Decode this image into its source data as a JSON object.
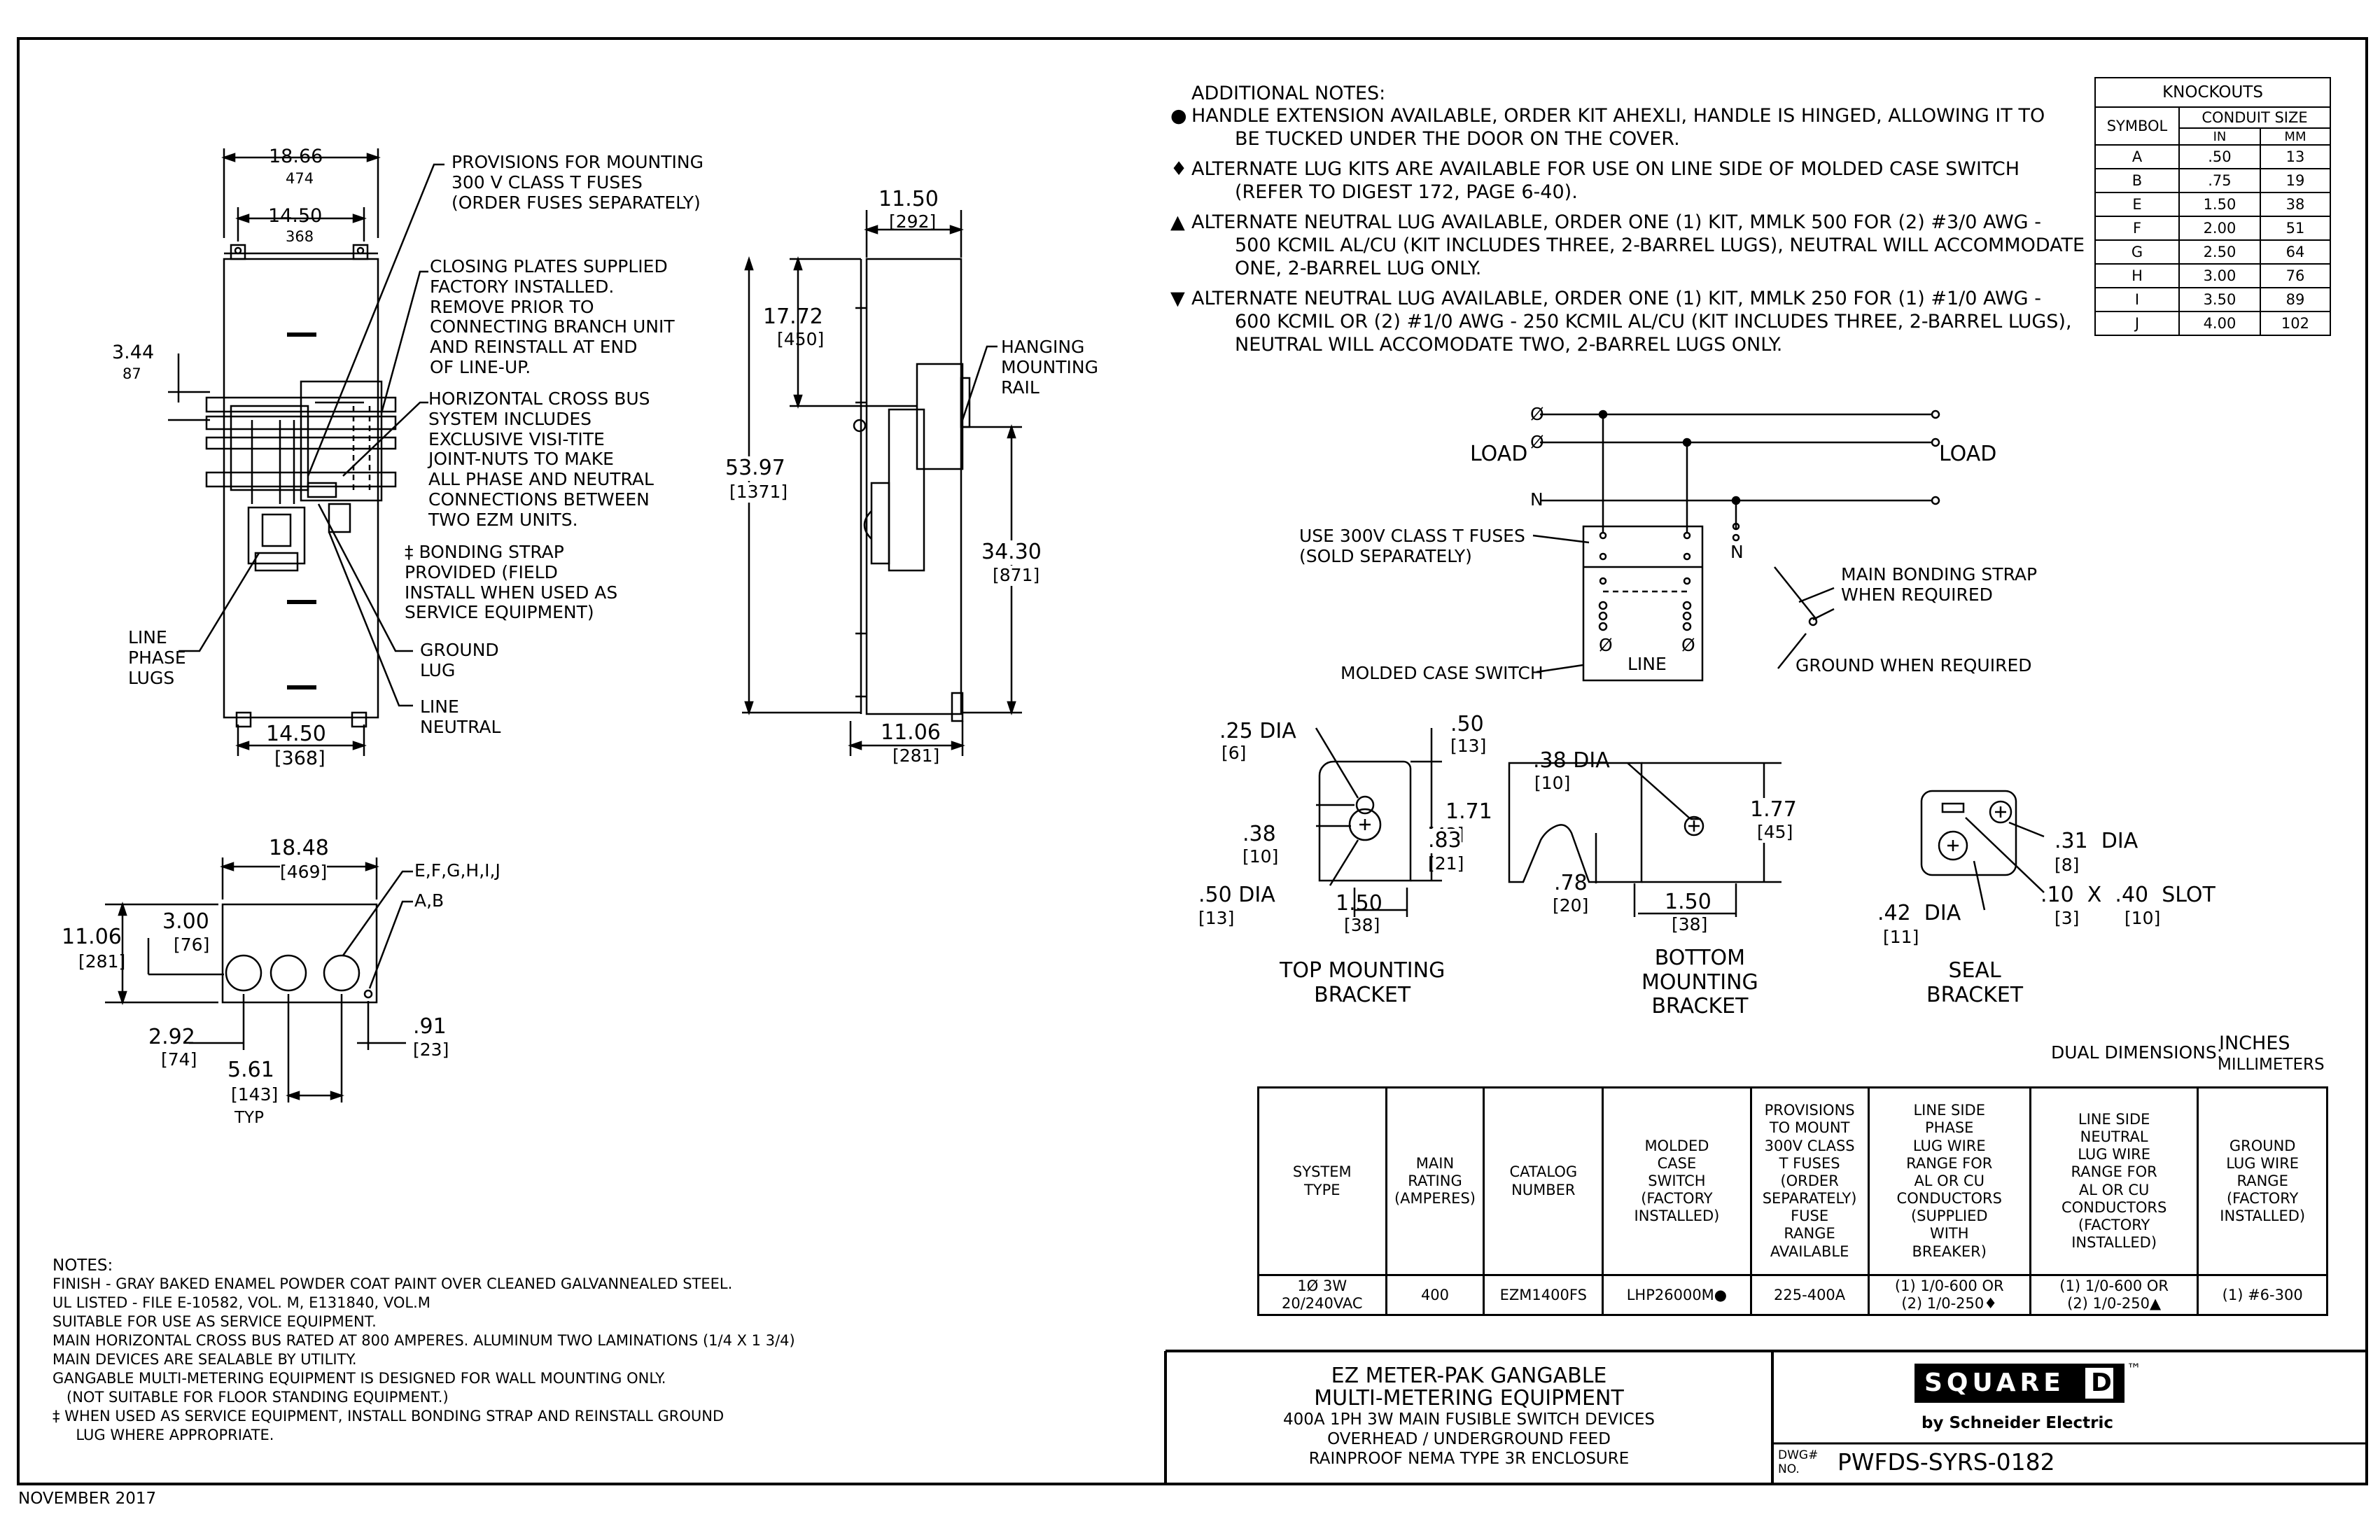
{
  "title_block": {
    "title_lines": [
      "EZ METER-PAK GANGABLE",
      "MULTI-METERING EQUIPMENT",
      "400A 1PH 3W MAIN FUSIBLE SWITCH DEVICES",
      "OVERHEAD / UNDERGROUND FEED",
      "RAINPROOF NEMA TYPE 3R ENCLOSURE"
    ],
    "brand_logo_text": "SQUARE",
    "brand_logo_letter": "D",
    "brand_tm": "™",
    "brand_sub": "by Schneider Electric",
    "dwg_label_1": "DWG#",
    "dwg_label_2": "NO.",
    "dwg_number": "PWFDS-SYRS-0182",
    "date": "NOVEMBER 2017"
  },
  "additional_notes": {
    "header": "ADDITIONAL NOTES:",
    "items": [
      {
        "symbol": "●",
        "lines": [
          "HANDLE EXTENSION AVAILABLE, ORDER KIT AHEXLI, HANDLE IS HINGED, ALLOWING IT TO",
          "BE TUCKED UNDER THE DOOR ON THE COVER."
        ]
      },
      {
        "symbol": "♦",
        "lines": [
          "ALTERNATE LUG KITS ARE AVAILABLE FOR USE ON LINE SIDE OF MOLDED CASE SWITCH",
          "(REFER TO DIGEST 172, PAGE 6-40)."
        ]
      },
      {
        "symbol": "▲",
        "lines": [
          "ALTERNATE NEUTRAL LUG AVAILABLE, ORDER ONE (1) KIT, MMLK 500 FOR (2) #3/0 AWG -",
          "500 KCMIL AL/CU (KIT INCLUDES THREE, 2-BARREL LUGS), NEUTRAL WILL ACCOMMODATE",
          "ONE, 2-BARREL LUG ONLY."
        ]
      },
      {
        "symbol": "▼",
        "lines": [
          "ALTERNATE NEUTRAL LUG AVAILABLE, ORDER ONE (1) KIT, MMLK 250 FOR (1) #1/0 AWG -",
          "600 KCMIL OR (2) #1/0 AWG - 250 KCMIL AL/CU (KIT INCLUDES THREE, 2-BARREL LUGS),",
          "NEUTRAL WILL ACCOMODATE TWO, 2-BARREL LUGS ONLY."
        ]
      }
    ]
  },
  "knockouts": {
    "title": "KNOCKOUTS",
    "symbol_header": "SYMBOL",
    "conduit_header": "CONDUIT SIZE",
    "in_header": "IN",
    "mm_header": "MM",
    "rows": [
      [
        "A",
        ".50",
        "13"
      ],
      [
        "B",
        ".75",
        "19"
      ],
      [
        "E",
        "1.50",
        "38"
      ],
      [
        "F",
        "2.00",
        "51"
      ],
      [
        "G",
        "2.50",
        "64"
      ],
      [
        "H",
        "3.00",
        "76"
      ],
      [
        "I",
        "3.50",
        "89"
      ],
      [
        "J",
        "4.00",
        "102"
      ]
    ]
  },
  "spec_table": {
    "headers": [
      [
        "SYSTEM",
        "TYPE"
      ],
      [
        "MAIN",
        "RATING",
        "(AMPERES)"
      ],
      [
        "CATALOG",
        "NUMBER"
      ],
      [
        "MOLDED",
        "CASE",
        "SWITCH",
        "(FACTORY",
        "INSTALLED)"
      ],
      [
        "PROVISIONS",
        "TO MOUNT",
        "300V CLASS",
        "T FUSES",
        "(ORDER",
        "SEPARATELY)",
        "FUSE",
        "RANGE",
        "AVAILABLE"
      ],
      [
        "LINE SIDE",
        "PHASE",
        "LUG WIRE",
        "RANGE FOR",
        "AL OR CU",
        "CONDUCTORS",
        "(SUPPLIED",
        "WITH",
        "BREAKER)"
      ],
      [
        "LINE SIDE",
        "NEUTRAL",
        "LUG WIRE",
        "RANGE FOR",
        "AL OR CU",
        "CONDUCTORS",
        "(FACTORY",
        "INSTALLED)"
      ],
      [
        "GROUND",
        "LUG WIRE",
        "RANGE",
        "(FACTORY",
        "INSTALLED)"
      ]
    ],
    "row": [
      [
        "1Ø 3W",
        "20/240VAC"
      ],
      [
        "400"
      ],
      [
        "EZM1400FS"
      ],
      [
        "LHP26000M●"
      ],
      [
        "225-400A"
      ],
      [
        "(1) 1/0-600 OR",
        "(2) 1/0-250♦"
      ],
      [
        "(1) 1/0-600 OR",
        "(2) 1/0-250▲"
      ],
      [
        "(1) #6-300"
      ]
    ]
  },
  "dual_dimensions": {
    "label": "DUAL DIMENSIONS:",
    "top": "INCHES",
    "bottom": "MILLIMETERS"
  },
  "notes": {
    "header": "NOTES:",
    "lines": [
      "FINISH - GRAY BAKED ENAMEL POWDER COAT PAINT OVER CLEANED GALVANNEALED STEEL.",
      "UL LISTED - FILE E-10582, VOL. M, E131840, VOL.M",
      "SUITABLE FOR USE AS SERVICE EQUIPMENT.",
      "MAIN HORIZONTAL CROSS BUS RATED AT 800 AMPERES. ALUMINUM TWO LAMINATIONS (1/4 X 1 3/4)",
      "MAIN DEVICES ARE SEALABLE BY UTILITY.",
      "GANGABLE MULTI-METERING EQUIPMENT IS DESIGNED FOR WALL MOUNTING ONLY.",
      "   (NOT SUITABLE FOR FLOOR STANDING EQUIPMENT.)",
      "‡ WHEN USED AS SERVICE EQUIPMENT, INSTALL BONDING STRAP AND REINSTALL GROUND",
      "     LUG WHERE APPROPRIATE."
    ]
  },
  "front_view": {
    "dim_top_in": "18.66",
    "dim_top_mm": "474",
    "dim_inner_in": "14.50",
    "dim_inner_mm": "368",
    "dim_side_in": "3.44",
    "dim_side_mm": "87",
    "dim_bottom_in": "14.50",
    "dim_bottom_mm": "[368]",
    "callout_fuses": [
      "PROVISIONS FOR MOUNTING",
      "300 V CLASS T FUSES",
      "(ORDER FUSES SEPARATELY)"
    ],
    "callout_plates": [
      "CLOSING PLATES SUPPLIED",
      "FACTORY INSTALLED.",
      "REMOVE PRIOR TO",
      "CONNECTING BRANCH UNIT",
      "AND REINSTALL AT END",
      "OF LINE-UP."
    ],
    "callout_bus": [
      "HORIZONTAL CROSS BUS",
      "SYSTEM INCLUDES",
      "EXCLUSIVE VISI-TITE",
      "JOINT-NUTS TO MAKE",
      "ALL PHASE AND NEUTRAL",
      "CONNECTIONS BETWEEN",
      "TWO EZM UNITS."
    ],
    "callout_bonding": [
      "‡ BONDING STRAP",
      "PROVIDED (FIELD",
      "INSTALL WHEN USED AS",
      "SERVICE EQUIPMENT)"
    ],
    "callout_ground": [
      "GROUND",
      "LUG"
    ],
    "callout_neutral": [
      "LINE",
      "NEUTRAL"
    ],
    "callout_lugs": [
      "LINE",
      "PHASE",
      "LUGS"
    ]
  },
  "side_view": {
    "dim_top_in": "11.50",
    "dim_top_mm": "[292]",
    "dim_upper_in": "17.72",
    "dim_upper_mm": "[450]",
    "dim_height_in": "53.97",
    "dim_height_mm": "[1371]",
    "dim_lower_in": "34.30",
    "dim_lower_mm": "[871]",
    "dim_bottom_in": "11.06",
    "dim_bottom_mm": "[281]",
    "callout_rail": [
      "HANGING",
      "MOUNTING",
      "RAIL"
    ]
  },
  "bottom_view": {
    "dim_width_in": "18.48",
    "dim_width_mm": "[469]",
    "dim_depth_in": "11.06",
    "dim_depth_mm": "[281]",
    "dim_ko_in": "3.00",
    "dim_ko_mm": "[76]",
    "dim_left_in": "2.92",
    "dim_left_mm": "[74]",
    "dim_pitch_in": "5.61",
    "dim_pitch_mm": "[143]",
    "dim_pitch_note": "TYP",
    "dim_right_in": ".91",
    "dim_right_mm": "[23]",
    "label_large": "E,F,G,H,I,J",
    "label_small": "A,B"
  },
  "wiring": {
    "phase": "Ø",
    "neutral": "N",
    "load": "LOAD",
    "fuses": [
      "USE 300V CLASS T FUSES",
      "(SOLD SEPARATELY)"
    ],
    "switch": "MOLDED CASE SWITCH",
    "line": "LINE",
    "bonding": [
      "MAIN BONDING STRAP",
      "WHEN REQUIRED"
    ],
    "ground": "GROUND WHEN REQUIRED"
  },
  "top_bracket": {
    "label": [
      "TOP MOUNTING",
      "BRACKET"
    ],
    "d1_in": ".25 DIA",
    "d1_mm": "[6]",
    "d2_in": ".50",
    "d2_mm": "[13]",
    "d3_in": "1.71",
    "d3_mm": "[43]",
    "d4_in": ".38",
    "d4_mm": "[10]",
    "d5_in": ".83",
    "d5_mm": "[21]",
    "d6_in": ".50 DIA",
    "d6_mm": "[13]",
    "d7_in": "1.50",
    "d7_mm": "[38]"
  },
  "bottom_bracket": {
    "label": [
      "BOTTOM",
      "MOUNTING",
      "BRACKET"
    ],
    "d1_in": ".38 DIA",
    "d1_mm": "[10]",
    "d2_in": "1.77",
    "d2_mm": "[45]",
    "d3_in": ".78",
    "d3_mm": "[20]",
    "d4_in": "1.50",
    "d4_mm": "[38]"
  },
  "seal_bracket": {
    "label": [
      "SEAL",
      "BRACKET"
    ],
    "d1_in": ".31  DIA",
    "d1_mm": "[8]",
    "d2_in": ".10  X  .40  SLOT",
    "d2_mm_a": "[3]",
    "d2_mm_b": "[10]",
    "d3_in": ".42  DIA",
    "d3_mm": "[11]"
  }
}
